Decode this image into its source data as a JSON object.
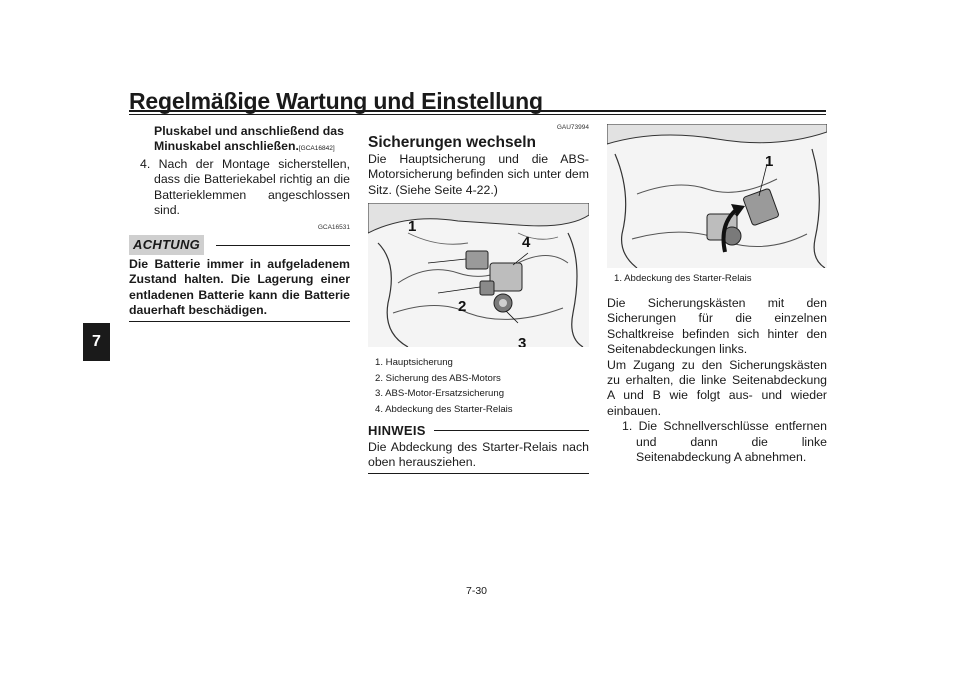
{
  "header": {
    "title": "Regelmäßige Wartung und Einstellung"
  },
  "chapter_tab": "7",
  "page_number": "7-30",
  "col1": {
    "line1": "Pluskabel und anschließend das",
    "line2": "Minuskabel anschließen.",
    "code_inline": "[GCA16842]",
    "item4": "4. Nach der Montage sicherstellen, dass die Batteriekabel richtig an die Batterieklemmen angeschlossen sind.",
    "caution_label": "ACHTUNG",
    "caution_code": "GCA16531",
    "caution_text": "Die Batterie immer in aufgeladenem Zustand halten. Die Lagerung einer entladenen Batterie kann die Batterie dauerhaft beschädigen."
  },
  "col2": {
    "code": "GAU73994",
    "heading": "Sicherungen wechseln",
    "intro": "Die Hauptsicherung und die ABS-Motorsicherung befinden sich unter dem Sitz. (Siehe Seite 4-22.)",
    "callouts": [
      "1",
      "2",
      "3",
      "4"
    ],
    "captions": [
      "1. Hauptsicherung",
      "2. Sicherung des ABS-Motors",
      "3. ABS-Motor-Ersatzsicherung",
      "4. Abdeckung des Starter-Relais"
    ],
    "hinweis_label": "HINWEIS",
    "hinweis_text": "Die Abdeckung des Starter-Relais nach oben herausziehen."
  },
  "col3": {
    "callout": "1",
    "caption": "1. Abdeckung des Starter-Relais",
    "para1": "Die Sicherungskästen mit den Sicherungen für die einzelnen Schaltkreise befinden sich hinter den Seitenabdeckungen links.",
    "para2": "Um Zugang zu den Sicherungskästen zu erhalten, die linke Seitenabdeckung A und B wie folgt aus- und wieder einbauen.",
    "item1": "1. Die Schnellverschlüsse entfernen und dann die linke Seitenabdeckung A abnehmen."
  }
}
